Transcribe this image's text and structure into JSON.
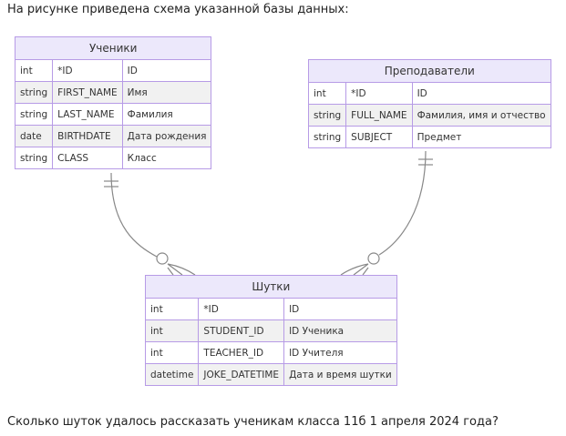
{
  "intro": "На рисунке приведена схема указанной базы данных:",
  "question": "Сколько шуток удалось рассказать ученикам класса 11б 1 апреля 2024 года?",
  "tables": {
    "students": {
      "title": "Ученики",
      "rows": [
        [
          "int",
          "*ID",
          "ID"
        ],
        [
          "string",
          "FIRST_NAME",
          "Имя"
        ],
        [
          "string",
          "LAST_NAME",
          "Фамилия"
        ],
        [
          "date",
          "BIRTHDATE",
          "Дата рождения"
        ],
        [
          "string",
          "CLASS",
          "Класс"
        ]
      ]
    },
    "teachers": {
      "title": "Преподаватели",
      "rows": [
        [
          "int",
          "*ID",
          "ID"
        ],
        [
          "string",
          "FULL_NAME",
          "Фамилия, имя и отчество"
        ],
        [
          "string",
          "SUBJECT",
          "Предмет"
        ]
      ]
    },
    "jokes": {
      "title": "Шутки",
      "rows": [
        [
          "int",
          "*ID",
          "ID"
        ],
        [
          "int",
          "STUDENT_ID",
          "ID Ученика"
        ],
        [
          "int",
          "TEACHER_ID",
          "ID Учителя"
        ],
        [
          "datetime",
          "JOKE_DATETIME",
          "Дата и время шутки"
        ]
      ]
    }
  }
}
